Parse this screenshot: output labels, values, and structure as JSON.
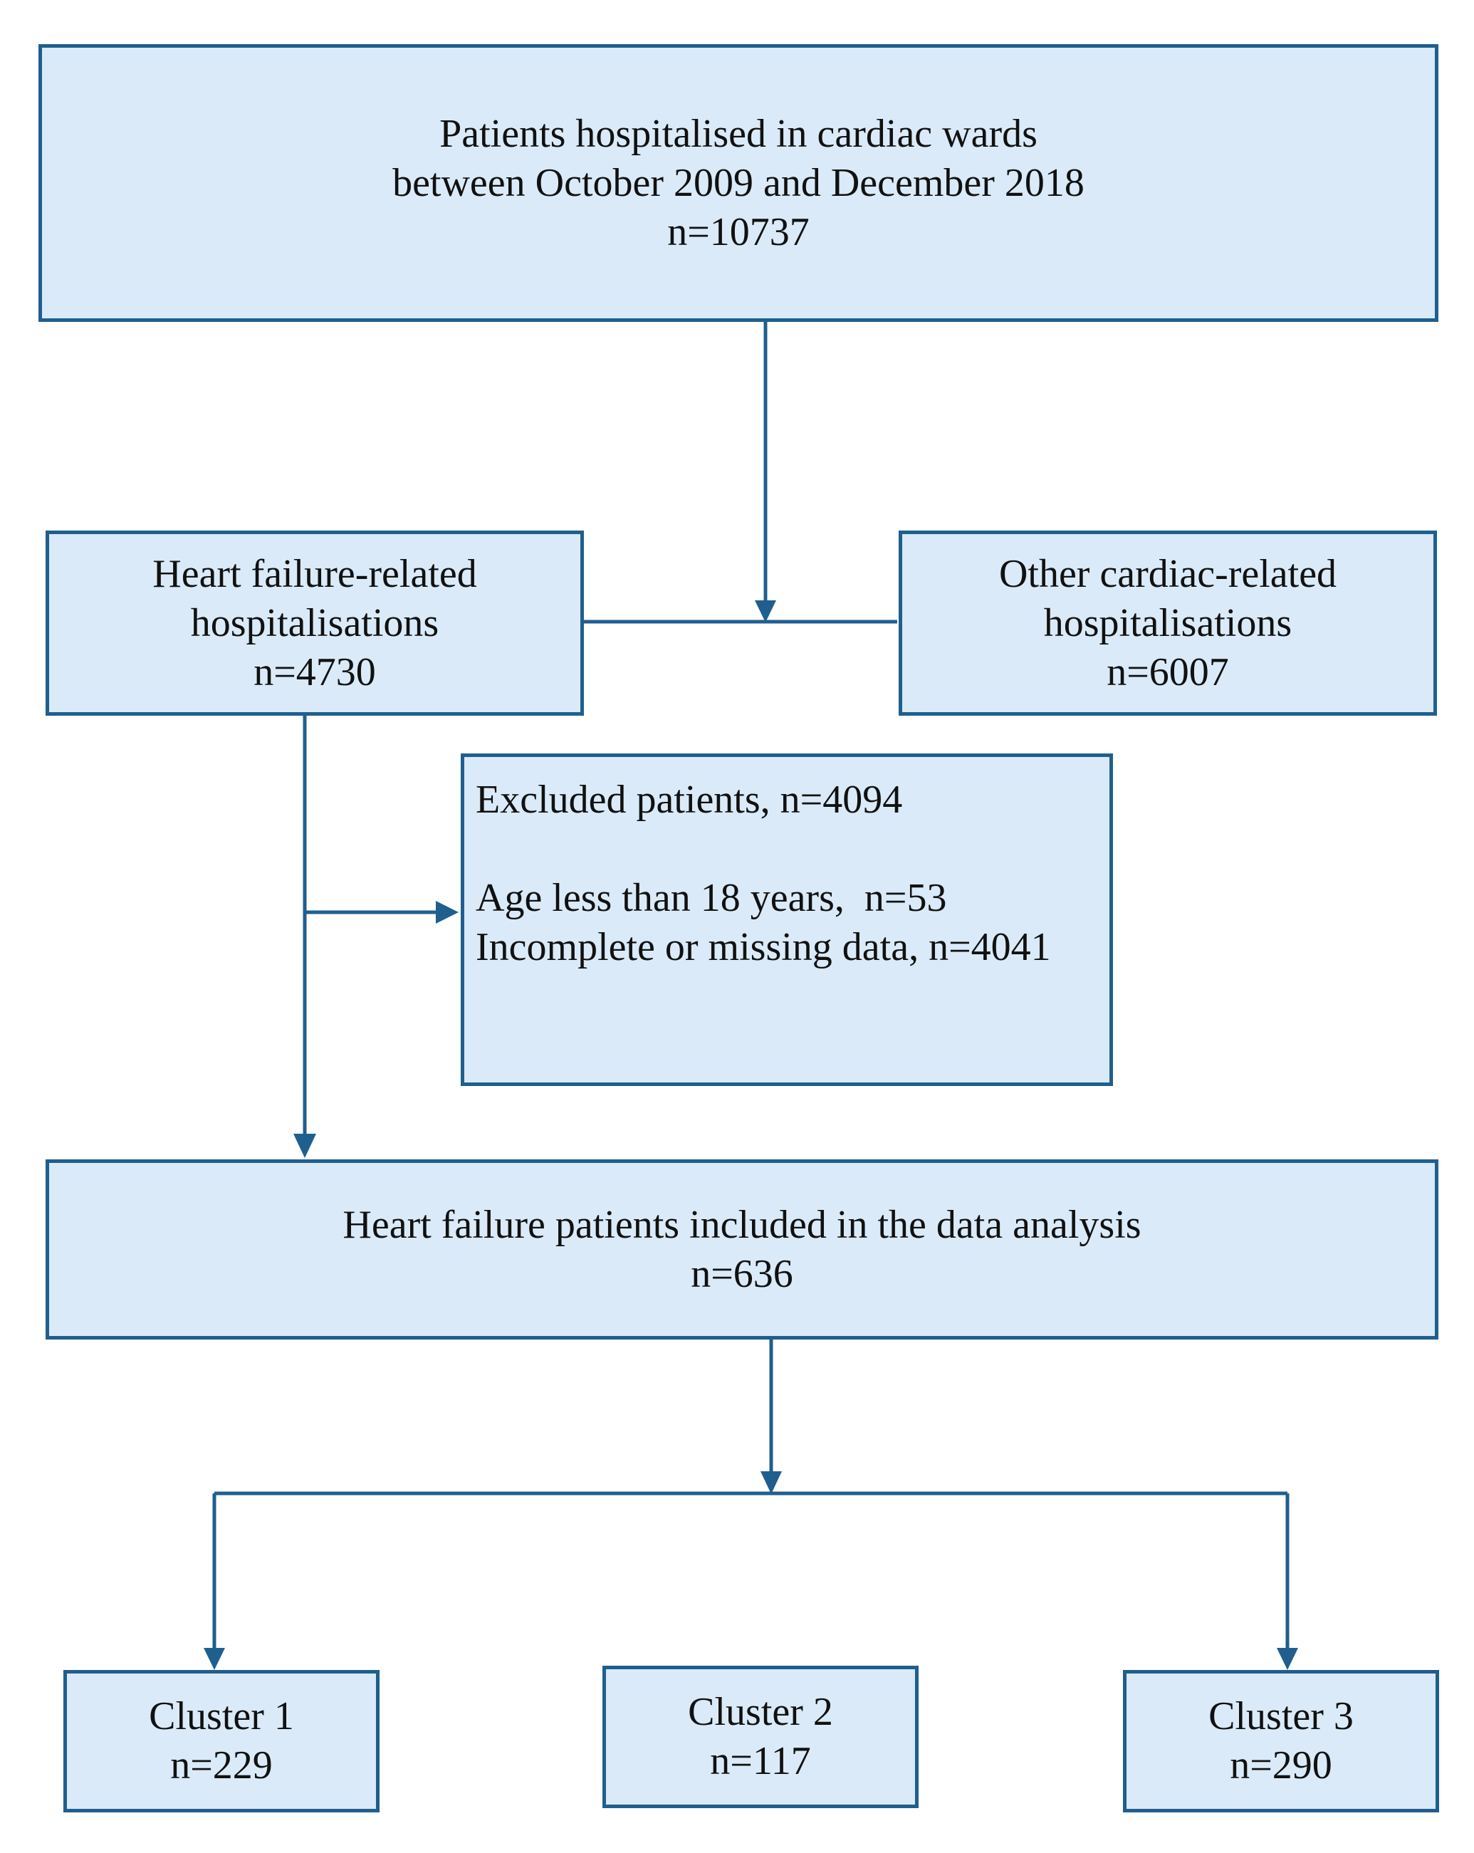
{
  "boxes": {
    "all_patients": {
      "line1": "Patients hospitalised in cardiac wards",
      "line2": "between October 2009 and December 2018",
      "count": "n=10737"
    },
    "hf_hospitalisations": {
      "line1": "Heart failure-related",
      "line2": "hospitalisations",
      "count": "n=4730"
    },
    "other_cardiac": {
      "line1": "Other cardiac-related",
      "line2": "hospitalisations",
      "count": "n=6007"
    },
    "excluded": {
      "title": "Excluded patients, n=4094",
      "reason1": "Age less than 18 years,  n=53",
      "reason2": "Incomplete or missing data, n=4041"
    },
    "included": {
      "line1": "Heart failure patients included in the data analysis",
      "count": "n=636"
    },
    "clusters": [
      {
        "label": "Cluster 1",
        "count": "n=229"
      },
      {
        "label": "Cluster 2",
        "count": "n=117"
      },
      {
        "label": "Cluster 3",
        "count": "n=290"
      }
    ]
  },
  "colors": {
    "box_fill": "#daeaf8",
    "stroke": "#1f5f8e"
  }
}
